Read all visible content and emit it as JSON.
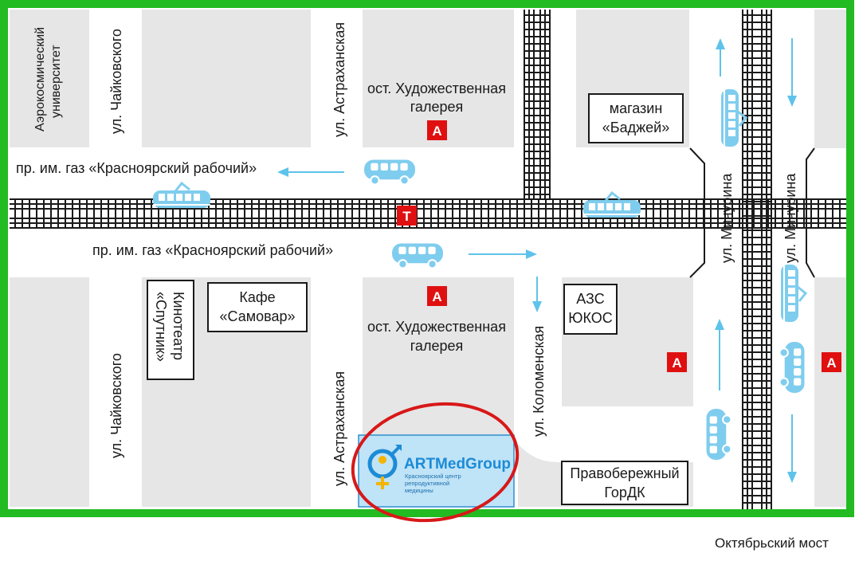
{
  "map": {
    "labels": {
      "street_avenue_top": "пр. им. газ «Красноярский рабочий»",
      "street_avenue_bottom": "пр. им. газ «Красноярский рабочий»",
      "street_chaikovskogo_top": "ул. Чайковского",
      "street_chaikovskogo_bottom": "ул. Чайковского",
      "street_astrakhanskaya_top": "ул. Астраханская",
      "street_astrakhanskaya_bottom": "ул. Астраханская",
      "street_kolomenskaya": "ул. Коломенская",
      "street_michurina_left": "ул. Мичурина",
      "street_michurina_right": "ул. Мичурина",
      "aerospace_line1": "Аэрокосмический",
      "aerospace_line2": "университет",
      "stop_top_line1": "ост. Художественная",
      "stop_top_line2": "галерея",
      "stop_bottom_line1": "ост. Художественная",
      "stop_bottom_line2": "галерея",
      "badzhey_line1": "магазин",
      "badzhey_line2": "«Баджей»",
      "samovar_line1": "Кафе",
      "samovar_line2": "«Самовар»",
      "sputnik_line1": "Кинотеатр",
      "sputnik_line2": "«Спутник»",
      "azs_line1": "АЗС",
      "azs_line2": "ЮКОС",
      "gordk_line1": "Правобережный",
      "gordk_line2": "ГорДК",
      "bus_stop_letter": "А",
      "tram_stop_letter": "Т"
    },
    "logo": {
      "brand": "ARTMedGroup",
      "sub_line1": "Красноярский центр",
      "sub_line2": "репродуктивной",
      "sub_line3": "медицины"
    },
    "footer": "Октябрьский мост",
    "colors": {
      "frame": "#22bb22",
      "block": "#e6e6e6",
      "rail": "#1a1a1a",
      "vehicle": "#7fcdee",
      "arrow": "#5ec3ea",
      "stop_marker": "#e01010",
      "highlight_ring": "#d81818",
      "logo_panel": "#bfe3f7"
    },
    "icons": [
      "bus-icon",
      "tram-icon",
      "arrow-icon",
      "logo-symbol-icon"
    ]
  }
}
